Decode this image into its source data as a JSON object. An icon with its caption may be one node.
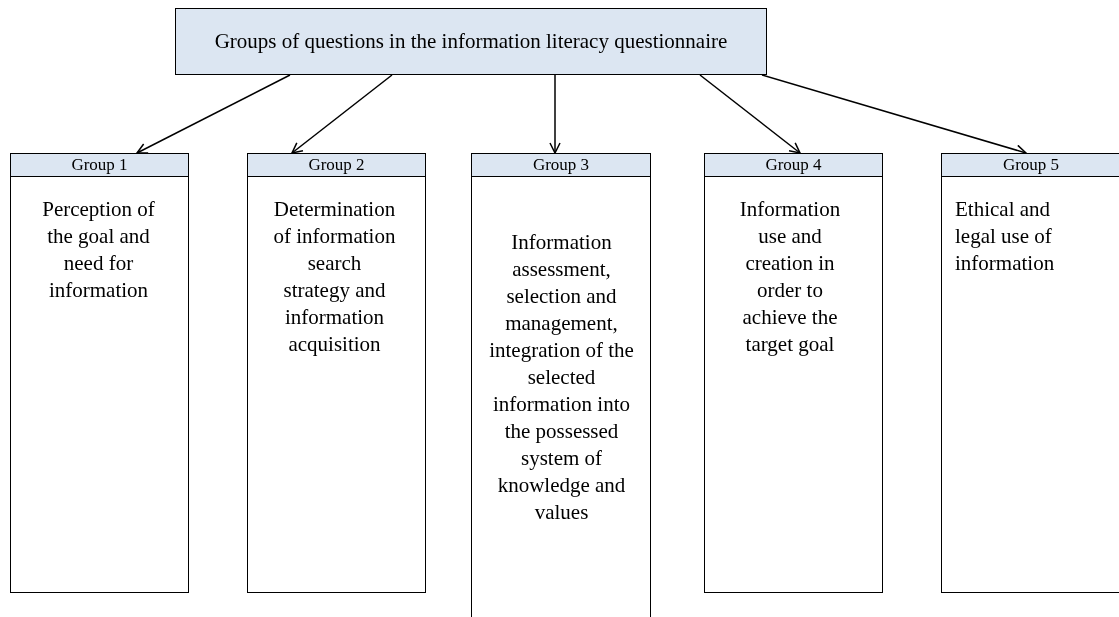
{
  "diagram": {
    "nodes": [
      {
        "text": [
          "Groups of questions in the information literacy questionnaire"
        ]
      },
      {
        "text": [
          "Group 1",
          "Perception of the goal and need for information"
        ]
      },
      {
        "text": [
          "Group 2",
          "Determination of information search strategy and information acquisition"
        ]
      },
      {
        "text": [
          "Group 3",
          "Information assessment, selection and management, integration of the selected information into the possessed system of knowledge and values"
        ]
      },
      {
        "text": [
          "Group 4",
          "Information use and creation in order to achieve the target goal"
        ]
      },
      {
        "text": [
          "Group 5",
          "Ethical and legal use of information"
        ]
      }
    ],
    "edges": [
      {
        "from": 0,
        "to": 1,
        "arrow": "to"
      },
      {
        "from": 0,
        "to": 2,
        "arrow": "to"
      },
      {
        "from": 0,
        "to": 3,
        "arrow": "to"
      },
      {
        "from": 0,
        "to": 4,
        "arrow": "to"
      },
      {
        "from": 0,
        "to": 5,
        "arrow": "to"
      }
    ]
  }
}
